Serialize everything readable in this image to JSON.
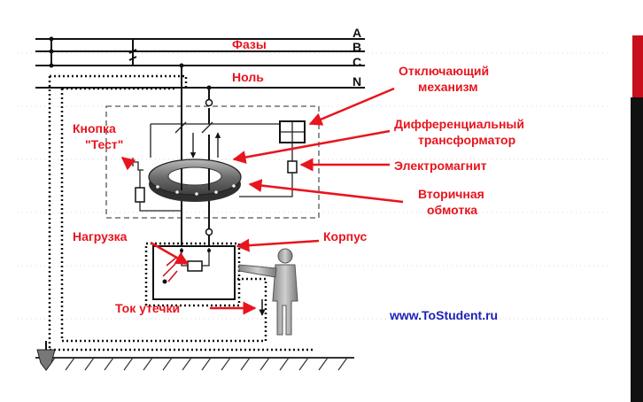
{
  "colors": {
    "label": "#e8141e",
    "url": "#1a22b8",
    "accent": "#c8101a",
    "strip": "#111111"
  },
  "diagram": {
    "phase_letters": [
      "A",
      "B",
      "C"
    ],
    "neutral_letter": "N",
    "labels": {
      "phases": "Фазы",
      "neutral": "Ноль",
      "tripping_mechanism_1": "Отключающий",
      "tripping_mechanism_2": "механизм",
      "test_button_1": "Кнопка",
      "test_button_2": "\"Тест\"",
      "diff_transformer_1": "Дифференциальный",
      "diff_transformer_2": "трансформатор",
      "electromagnet": "Электромагнит",
      "secondary_winding_1": "Вторичная",
      "secondary_winding_2": "обмотка",
      "load": "Нагрузка",
      "housing": "Корпус",
      "leakage_current": "Ток утечки",
      "website": "www.ToStudent.ru"
    }
  }
}
